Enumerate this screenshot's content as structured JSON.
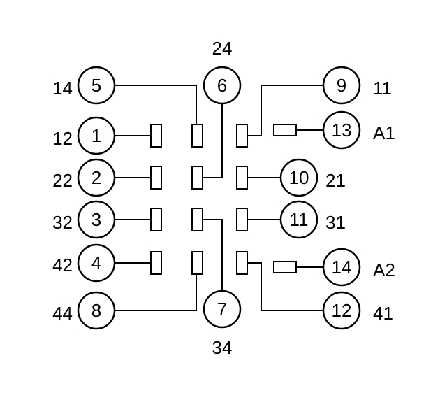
{
  "terminals": {
    "t1": {
      "num": "1",
      "label": "12"
    },
    "t2": {
      "num": "2",
      "label": "22"
    },
    "t3": {
      "num": "3",
      "label": "32"
    },
    "t4": {
      "num": "4",
      "label": "42"
    },
    "t5": {
      "num": "5",
      "label": "14"
    },
    "t6": {
      "num": "6",
      "label": "24"
    },
    "t7": {
      "num": "7",
      "label": "34"
    },
    "t8": {
      "num": "8",
      "label": "44"
    },
    "t9": {
      "num": "9",
      "label": "11"
    },
    "t10": {
      "num": "10",
      "label": "21"
    },
    "t11": {
      "num": "11",
      "label": "31"
    },
    "t12": {
      "num": "12",
      "label": "41"
    },
    "t13": {
      "num": "13",
      "label": "A1"
    },
    "t14": {
      "num": "14",
      "label": "A2"
    }
  }
}
